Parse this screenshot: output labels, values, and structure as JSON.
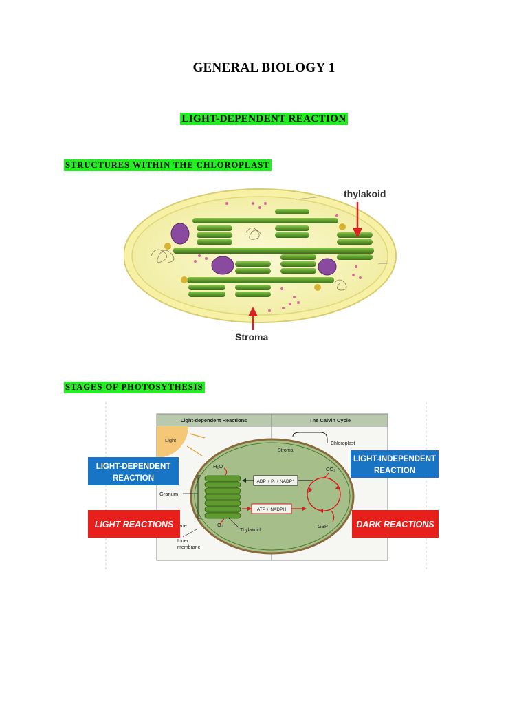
{
  "page": {
    "title": "GENERAL BIOLOGY 1",
    "subtitle": "LIGHT-DEPENDENT REACTION",
    "section1": "STRUCTURES WITHIN THE CHLOROPLAST",
    "section2": "STAGES OF PHOTOSYTHESIS"
  },
  "figure1": {
    "thylakoid_label": "thylakoid",
    "stroma_label": "Stroma"
  },
  "figure2": {
    "col_left": "Light-dependent Reactions",
    "col_right": "The Calvin Cycle",
    "light": "Light",
    "chloroplast": "Chloroplast",
    "stroma": "Stroma",
    "h2o": "H₂O",
    "co2": "CO₂",
    "granum": "Granum",
    "adp": "ADP + Pᵢ + NADP⁺",
    "atp": "ATP + NADPH",
    "o2": "O₂",
    "thylakoid": "Thylakoid",
    "g3p": "G3P",
    "membrane_partial": "ane",
    "inner": "Inner",
    "membrane": "membrane",
    "ld_line1": "LIGHT-DEPENDENT",
    "ld_line2": "REACTION",
    "li_line1": "LIGHT-INDEPENDENT",
    "li_line2": "REACTION",
    "light_reactions": "LIGHT REACTIONS",
    "dark_reactions": "DARK REACTIONS"
  },
  "colors": {
    "highlight": "#22ee22",
    "blue_label": "#1874c4",
    "red_label": "#e8201c",
    "thylakoid_green": "#5e9a2e",
    "stroma_yellow": "#f6f3b8"
  }
}
